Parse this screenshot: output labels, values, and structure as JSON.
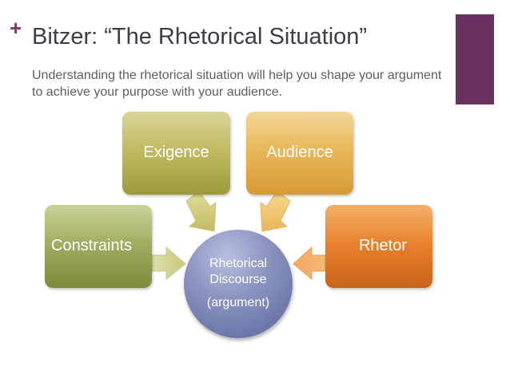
{
  "slide": {
    "bullet": "+",
    "title": "Bitzer: “The Rhetorical Situation”",
    "subtitle": "Understanding the rhetorical situation will help you shape your argument to achieve your purpose with your audience."
  },
  "diagram": {
    "nodes": {
      "exigence": "Exigence",
      "audience": "Audience",
      "constraints": "Constraints",
      "rhetor": "Rhetor"
    },
    "center": {
      "line1": "Rhetorical",
      "line2": "Discourse",
      "line3": "(argument)"
    }
  },
  "colors": {
    "accent": "#6a3060",
    "exigence": "#c2bb62",
    "audience": "#e9b85a",
    "constraints": "#a4ad62",
    "rhetor": "#e67f2b",
    "center": "#8b93c1"
  }
}
